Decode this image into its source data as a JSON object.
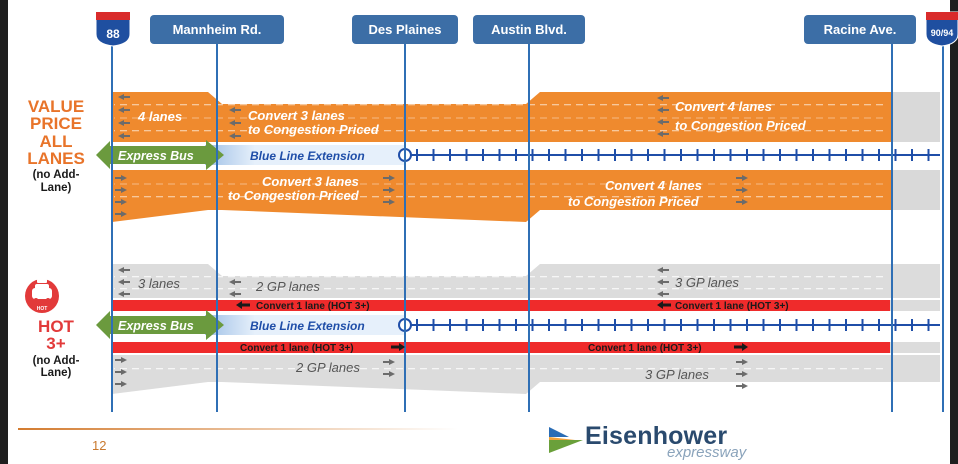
{
  "markers": {
    "shield_left": "88",
    "shield_right": "90/94",
    "mannheim": "Mannheim Rd.",
    "des_plaines": "Des Plaines",
    "austin": "Austin Blvd.",
    "racine": "Racine Ave."
  },
  "section1": {
    "line1": "VALUE",
    "line2": "PRICE",
    "line3": "ALL",
    "line4": "LANES",
    "sub1": "(no Add-",
    "sub2": "Lane)",
    "west_top": "4 lanes",
    "mid_top_1": "Convert 3 lanes",
    "mid_top_2": "to Congestion Priced",
    "east_top_1": "Convert 4 lanes",
    "east_top_2": "to Congestion Priced",
    "express_bus": "Express Bus",
    "blue_line": "Blue Line Extension",
    "mid_bot_1": "Convert 3 lanes",
    "mid_bot_2": "to Congestion Priced",
    "east_bot_1": "Convert 4 lanes",
    "east_bot_2": "to Congestion Priced"
  },
  "section2": {
    "line1": "HOT",
    "line2": "3+",
    "sub1": "(no Add-",
    "sub2": "Lane)",
    "badge_text": "HOT",
    "west_top": "3 lanes",
    "mid_top": "2 GP lanes",
    "east_top": "3 GP lanes",
    "hot_mid_top": "Convert 1 lane (HOT 3+)",
    "hot_east_top": "Convert 1 lane (HOT 3+)",
    "express_bus": "Express Bus",
    "blue_line": "Blue Line Extension",
    "hot_mid_bot": "Convert 1 lane (HOT 3+)",
    "hot_east_bot": "Convert 1 lane (HOT 3+)",
    "mid_bot": "2 GP lanes",
    "east_bot": "3 GP lanes"
  },
  "footer": {
    "slide_number": "12",
    "logo_main": "Eisenhower",
    "logo_sub": "expressway"
  },
  "colors": {
    "orange": "#ef8a2e",
    "orange_dark": "#d8711d",
    "gray_lane": "#d9d9d9",
    "red_hot": "#ef2b2b",
    "blue_marker": "#3c6ea6",
    "blue_line_band": "#d7e6f6",
    "blue_text": "#1f4ea8",
    "green_bus": "#6b9a3e",
    "accent_orange_text": "#e8742a",
    "shield_red": "#d92b2b",
    "shield_blue": "#1f4fa0"
  }
}
